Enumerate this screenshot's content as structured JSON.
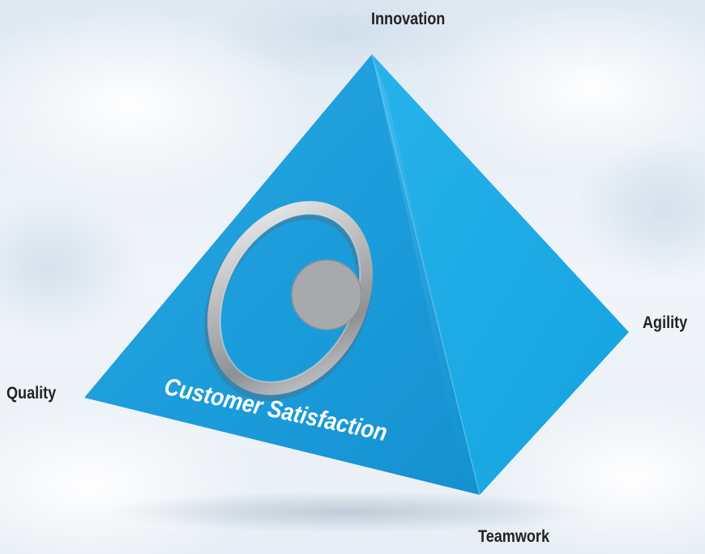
{
  "diagram": {
    "type": "pyramid",
    "vertices": {
      "top": "Innovation",
      "left": "Quality",
      "right": "Agility",
      "bottom": "Teamwork"
    },
    "face_caption": "Customer Satisfaction",
    "logo": "ring-with-sphere-logo"
  },
  "colors": {
    "pyramid_front": "#1e9fde",
    "pyramid_side": "#15a7e4",
    "logo_gray": "#a7a9ac",
    "label_text": "#222222",
    "caption_text": "#ffffff",
    "sky": "#eef3f8"
  }
}
